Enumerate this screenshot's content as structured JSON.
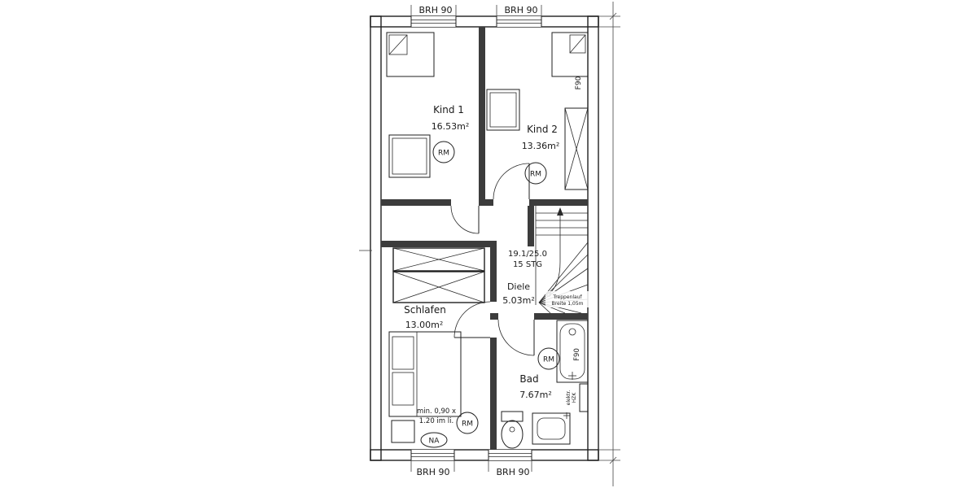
{
  "dimension_labels": {
    "top_left": "BRH 90",
    "top_right": "BRH 90",
    "bottom_left": "BRH 90",
    "bottom_right": "BRH 90"
  },
  "rooms": {
    "kind1": {
      "name": "Kind 1",
      "area": "16.53m²"
    },
    "kind2": {
      "name": "Kind 2",
      "area": "13.36m²"
    },
    "diele": {
      "name": "Diele",
      "area": "5.03m²"
    },
    "schlafen": {
      "name": "Schlafen",
      "area": "13.00m²"
    },
    "bad": {
      "name": "Bad",
      "area": "7.67m²"
    }
  },
  "stairs": {
    "ratio": "19.1/25.0",
    "steps": "15 STG",
    "note_line1": "Treppenlauf",
    "note_line2": "Breite 1,05m"
  },
  "smoke_detector": "RM",
  "fire_ratings": {
    "top": "F90",
    "bath": "F90"
  },
  "window_note": {
    "line1": "min. 0,90 x",
    "line2": "1.20 im li.",
    "badge": "NA"
  },
  "bath_labels": {
    "radiator": "HZK",
    "note": "elektr."
  },
  "colors": {
    "wall": "#3c3c3c",
    "line": "#1f1f1f",
    "background": "#ffffff"
  }
}
